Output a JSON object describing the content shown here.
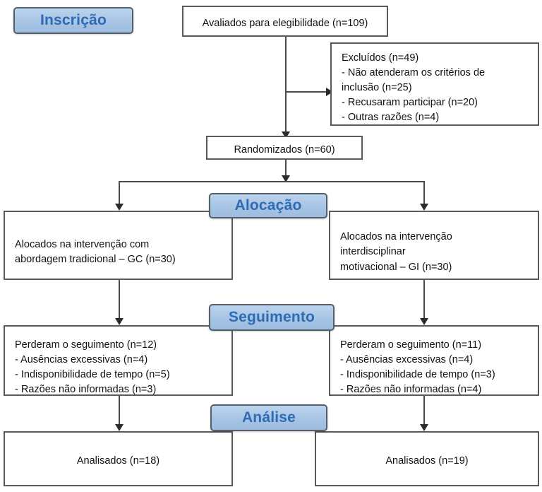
{
  "diagram": {
    "title": "CONSORT participant flow diagram",
    "colors": {
      "banner_fill": "#a7c4e4",
      "banner_text": "#2f6bb5",
      "banner_border": "#55606b",
      "box_border": "#5a5a5a",
      "box_fill": "#ffffff",
      "connector": "#4a4a4a",
      "page_background": "#ffffff"
    },
    "stages": [
      {
        "id": "enrollment",
        "label": "Inscrição"
      },
      {
        "id": "allocation",
        "label": "Alocação"
      },
      {
        "id": "followup",
        "label": "Seguimento"
      },
      {
        "id": "analysis",
        "label": "Análise"
      }
    ],
    "nodes": {
      "assessed": {
        "text": "Avaliados para elegibilidade (n=109)"
      },
      "excluded": {
        "heading": "Excluídos (n=49)",
        "items": [
          "- Não atenderam os critérios de inclusão (n=25)",
          "- Recusaram participar (n=20)",
          "- Outras razões (n=4)"
        ],
        "text": "Excluídos (n=49)\n- Não atenderam os critérios de\n  inclusão (n=25)\n- Recusaram participar (n=20)\n- Outras razões (n=4)"
      },
      "randomized": {
        "text": "Randomizados (n=60)"
      },
      "alloc_left": {
        "text": "Alocados na intervenção com\nabordagem tradicional – GC (n=30)"
      },
      "alloc_right": {
        "text": "Alocados na intervenção\ninterdisciplinar\nmotivacional – GI (n=30)"
      },
      "lost_left": {
        "heading": "Perderam o seguimento (n=12)",
        "items": [
          "- Ausências excessivas (n=4)",
          "- Indisponibilidade de tempo (n=5)",
          "- Razões não informadas (n=3)"
        ],
        "text": "Perderam o seguimento (n=12)\n- Ausências excessivas (n=4)\n- Indisponibilidade de tempo (n=5)\n- Razões não informadas (n=3)"
      },
      "lost_right": {
        "heading": "Perderam o seguimento (n=11)",
        "items": [
          "- Ausências excessivas (n=4)",
          "- Indisponibilidade de tempo (n=3)",
          "- Razões não informadas (n=4)"
        ],
        "text": "Perderam o seguimento (n=11)\n- Ausências excessivas (n=4)\n- Indisponibilidade de tempo (n=3)\n- Razões não informadas (n=4)"
      },
      "analysed_left": {
        "text": "Analisados (n=18)"
      },
      "analysed_right": {
        "text": "Analisados (n=19)"
      }
    }
  }
}
